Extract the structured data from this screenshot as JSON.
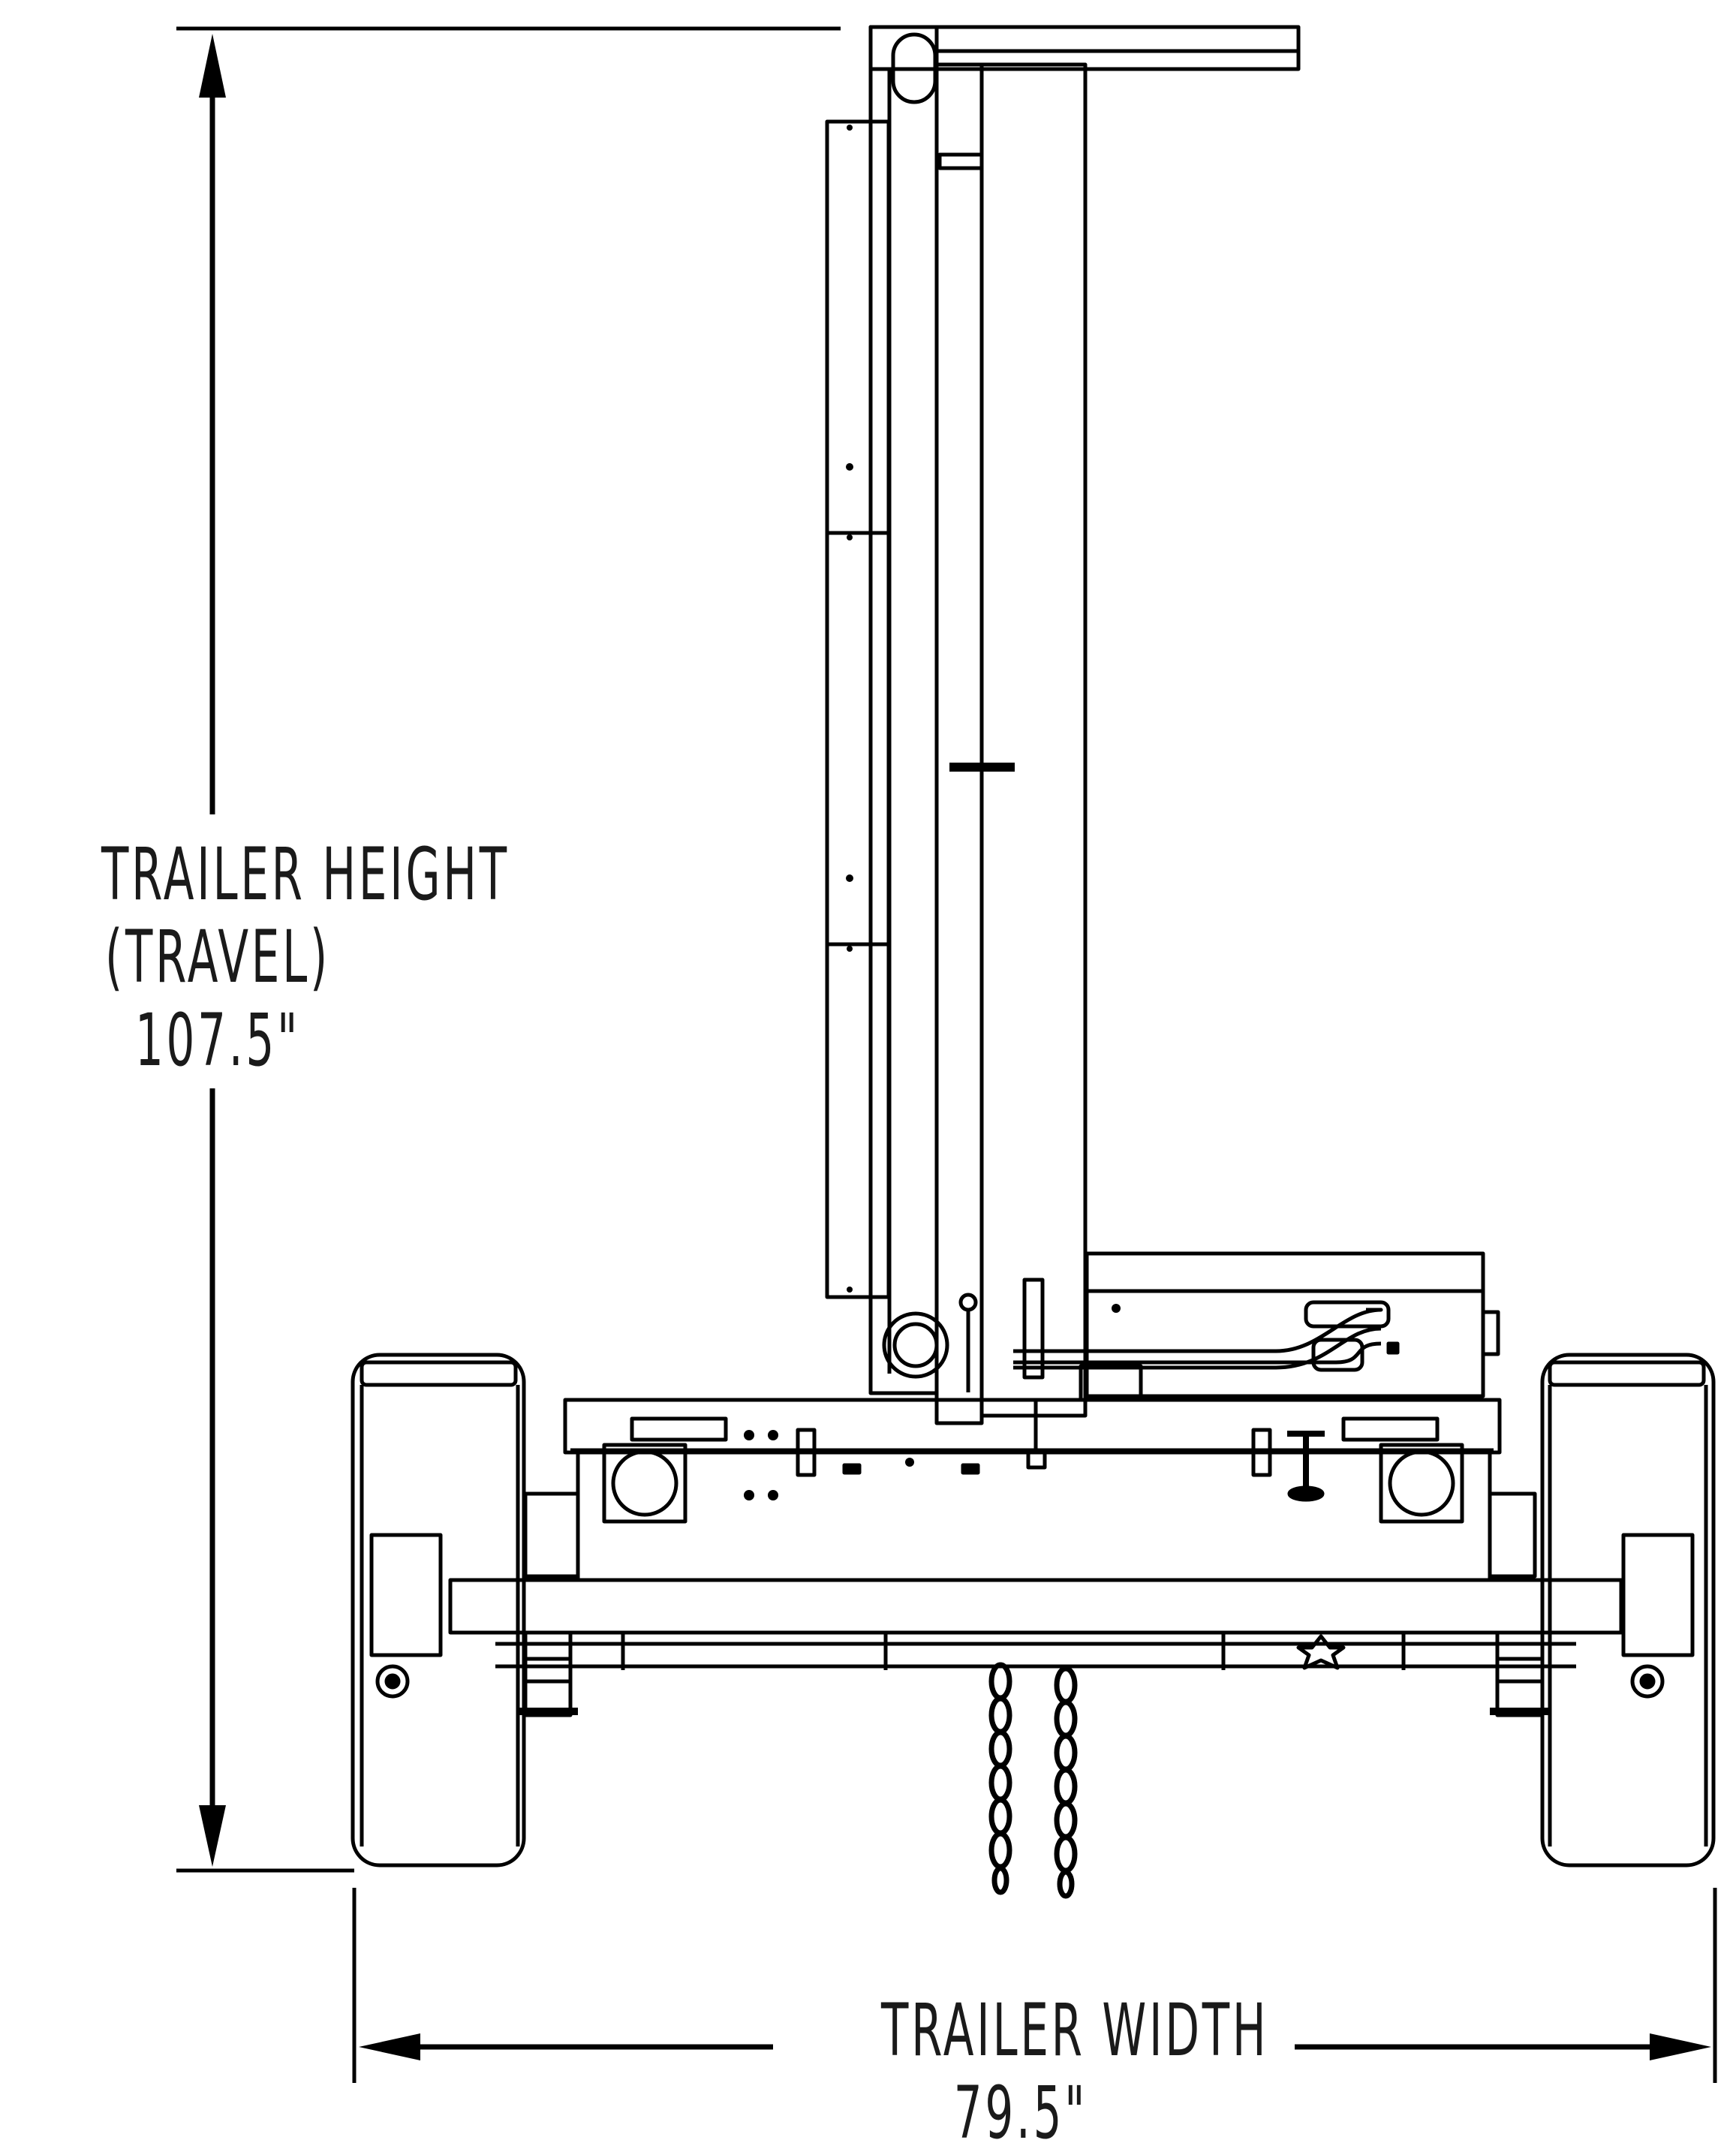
{
  "diagram": {
    "line_color": "#000000",
    "background": "#ffffff",
    "height_dimension": {
      "line1": "TRAILER HEIGHT",
      "line2": "(TRAVEL)",
      "value": "107.5\""
    },
    "width_dimension": {
      "line1": "TRAILER WIDTH",
      "value": "79.5\""
    }
  }
}
